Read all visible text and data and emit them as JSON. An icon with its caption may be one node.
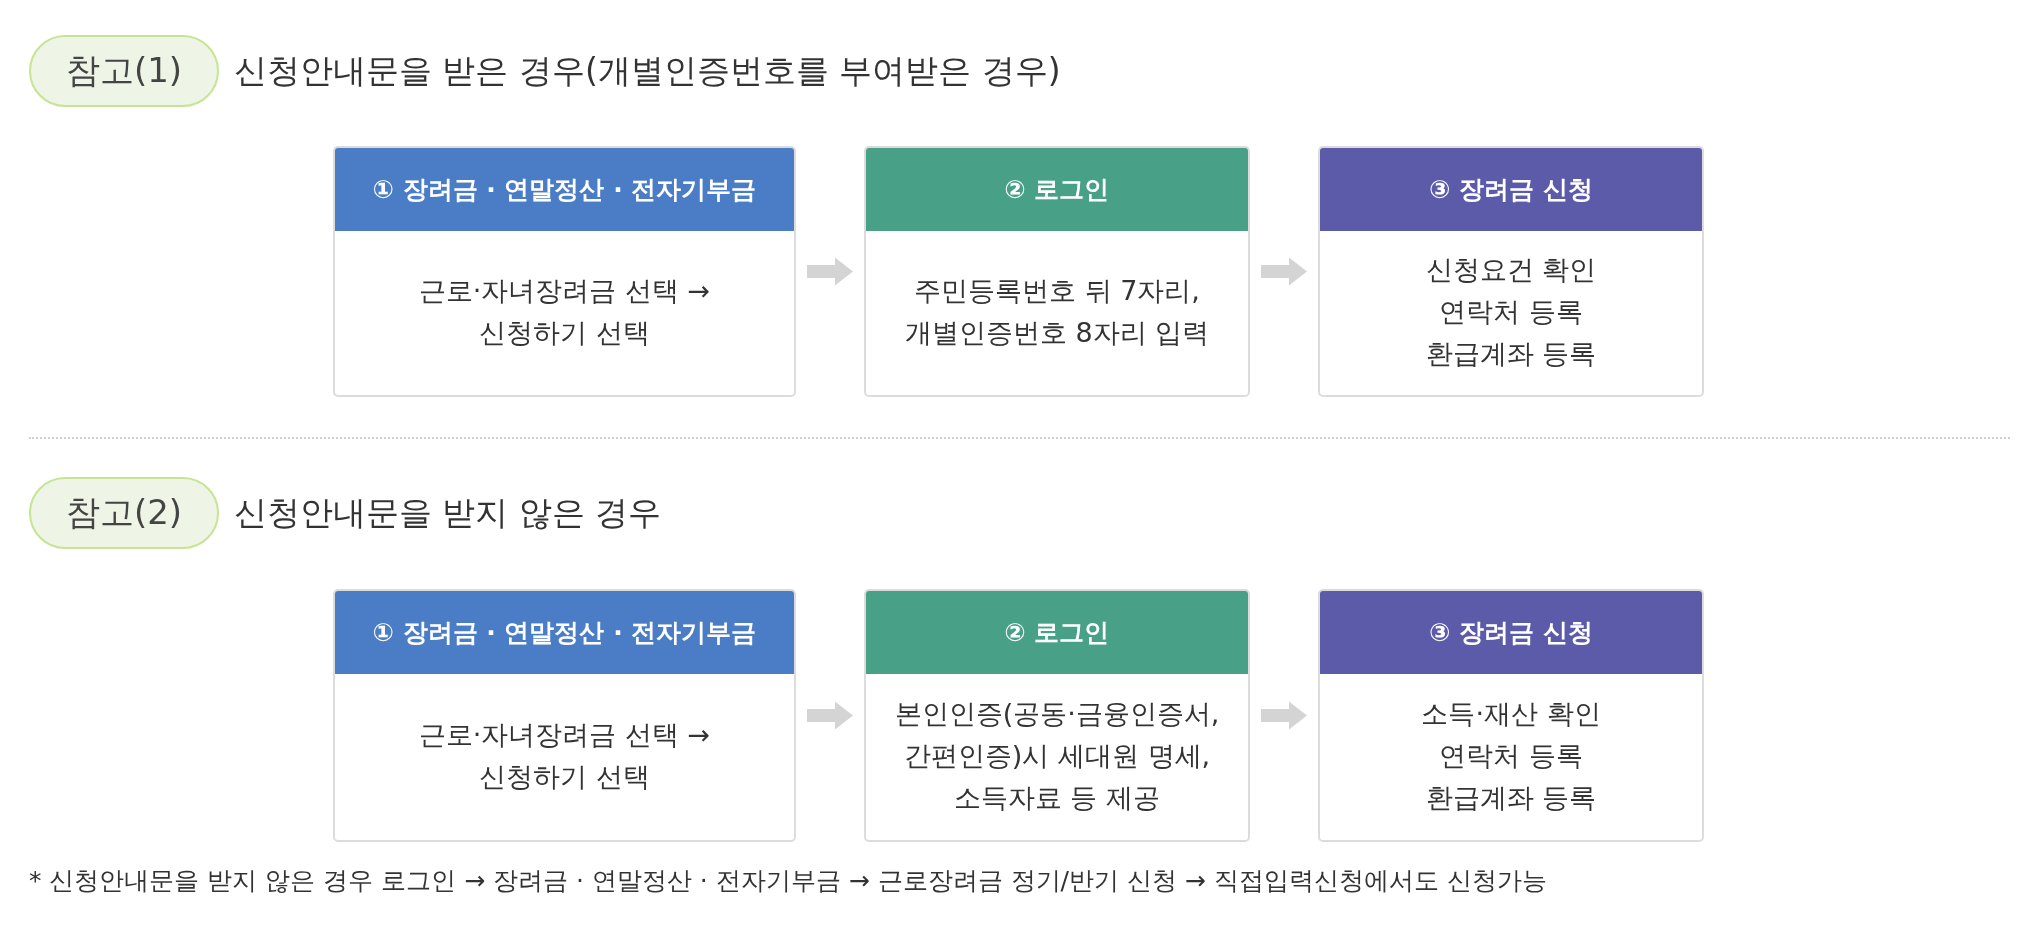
{
  "diagram": {
    "nodes": [
      {
        "text": [
          "참고(1)"
        ],
        "beside": [
          "신청안내문을 받은 경우(개별인증번호를 부여받은 경우)"
        ]
      },
      {
        "text": [
          "① 장려금 · 연말정산 · 전자기부금",
          "근로·자녀장려금 선택 → 신청하기 선택"
        ]
      },
      {
        "text": [
          "② 로그인",
          "주민등록번호 뒤 7자리, 개별인증번호 8자리 입력"
        ]
      },
      {
        "text": [
          "③ 장려금 신청",
          "신청요건 확인 연락처 등록 환급계좌 등록"
        ]
      },
      {
        "text": [
          "참고(2)"
        ],
        "beside": [
          "신청안내문을 받지 않은 경우"
        ]
      },
      {
        "text": [
          "① 장려금 · 연말정산 · 전자기부금",
          "근로·자녀장려금 선택 → 신청하기 선택"
        ]
      },
      {
        "text": [
          "② 로그인",
          "본인인증(공동·금융인증서, 간편인증)시 세대원 명세, 소득자료 등 제공"
        ]
      },
      {
        "text": [
          "③ 장려금 신청",
          "소득·재산 확인 연락처 등록 환급계좌 등록"
        ]
      }
    ],
    "edges": [
      {
        "from": 1,
        "to": 2,
        "arrow": "to"
      },
      {
        "from": 2,
        "to": 3,
        "arrow": "to"
      },
      {
        "from": 5,
        "to": 6,
        "arrow": "to"
      },
      {
        "from": 6,
        "to": 7,
        "arrow": "to"
      }
    ],
    "labels": [
      "* 신청안내문을 받지 않은 경우 로그인 → 장려금 · 연말정산 · 전자기부금 → 근로장려금 정기/반기 신청 → 직접입력신청에서도 신청가능"
    ]
  }
}
